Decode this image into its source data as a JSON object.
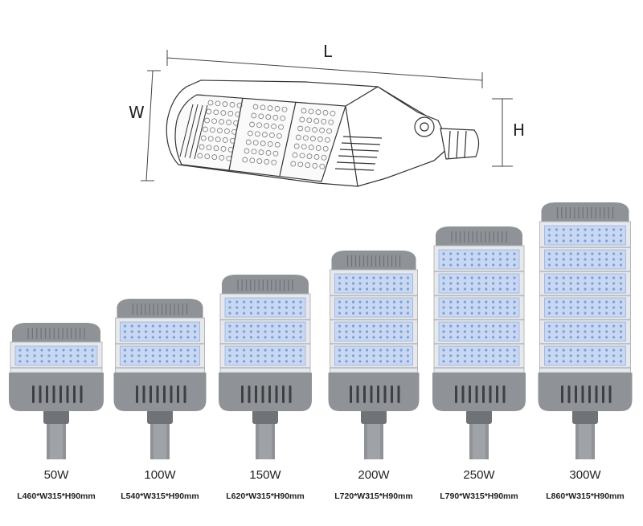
{
  "dimensions": {
    "length_label": "L",
    "width_label": "W",
    "height_label": "H"
  },
  "colors": {
    "housing": "#8f9296",
    "housing_dark": "#6f7277",
    "led": "#c9d8f2",
    "led_dot": "#7e9fd6",
    "line": "#444444"
  },
  "models": [
    {
      "power": "50W",
      "size": "L460*W315*H90mm",
      "modules": 1
    },
    {
      "power": "100W",
      "size": "L540*W315*H90mm",
      "modules": 2
    },
    {
      "power": "150W",
      "size": "L620*W315*H90mm",
      "modules": 3
    },
    {
      "power": "200W",
      "size": "L720*W315*H90mm",
      "modules": 4
    },
    {
      "power": "250W",
      "size": "L790*W315*H90mm",
      "modules": 5
    },
    {
      "power": "300W",
      "size": "L860*W315*H90mm",
      "modules": 6
    }
  ]
}
